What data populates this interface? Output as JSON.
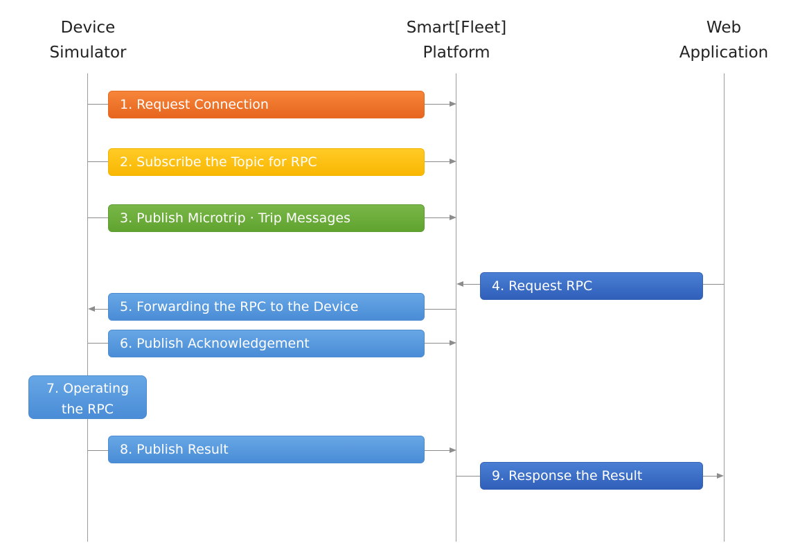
{
  "actors": {
    "device": {
      "line1": "Device",
      "line2": "Simulator"
    },
    "platform": {
      "line1": "Smart[Fleet]",
      "line2": "Platform"
    },
    "webapp": {
      "line1": "Web",
      "line2": "Application"
    }
  },
  "messages": [
    {
      "label": "1. Request Connection",
      "from": "device",
      "to": "platform",
      "color": "#ED7D31"
    },
    {
      "label": "2. Subscribe the Topic for RPC",
      "from": "device",
      "to": "platform",
      "color": "#FFC000"
    },
    {
      "label": "3. Publish Microtrip · Trip Messages",
      "from": "device",
      "to": "platform",
      "color": "#70AD47"
    },
    {
      "label": "4. Request RPC",
      "from": "webapp",
      "to": "platform",
      "color": "#4472C4"
    },
    {
      "label": "5. Forwarding the RPC to the Device",
      "from": "platform",
      "to": "device",
      "color": "#5B9BD5"
    },
    {
      "label": "6. Publish Acknowledgement",
      "from": "device",
      "to": "platform",
      "color": "#5B9BD5"
    },
    {
      "label": "8. Publish Result",
      "from": "device",
      "to": "platform",
      "color": "#5B9BD5"
    },
    {
      "label": "9. Response the Result",
      "from": "platform",
      "to": "webapp",
      "color": "#4472C4"
    }
  ],
  "note": {
    "line1": "7. Operating",
    "line2": "the RPC",
    "color": "#5B9BD5"
  }
}
